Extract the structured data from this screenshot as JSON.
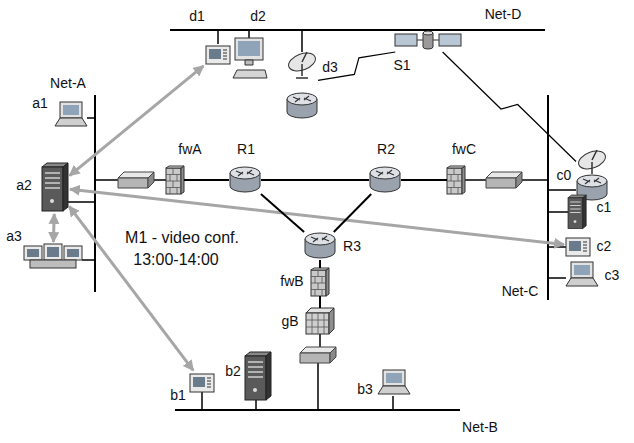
{
  "diagram": {
    "nodes": [
      {
        "text": [
          "d1"
        ]
      },
      {
        "text": [
          "d2"
        ]
      },
      {
        "text": [
          "d3"
        ]
      },
      {
        "text": [
          "S1"
        ]
      },
      {
        "text": [
          "a1"
        ]
      },
      {
        "text": [
          "a2"
        ]
      },
      {
        "text": [
          "fwA"
        ]
      },
      {
        "text": [
          "R1"
        ]
      },
      {
        "text": [
          "R2"
        ]
      },
      {
        "text": [
          "fwC"
        ]
      },
      {
        "text": [
          "c0"
        ]
      },
      {
        "text": [
          "c1"
        ]
      },
      {
        "text": [
          "c2"
        ]
      },
      {
        "text": [
          "a3"
        ]
      },
      {
        "text": [
          "c3"
        ]
      },
      {
        "text": [
          "R3"
        ]
      },
      {
        "text": [
          "fwB"
        ]
      },
      {
        "text": [
          "gB"
        ]
      },
      {
        "text": [
          "b1"
        ]
      },
      {
        "text": [
          "b2"
        ]
      },
      {
        "text": [
          "b3"
        ]
      }
    ],
    "edges": [
      {
        "from": 5,
        "to": 0,
        "arrow": "both"
      },
      {
        "from": 5,
        "to": 12,
        "arrow": "both"
      },
      {
        "from": 5,
        "to": 13,
        "arrow": "both"
      },
      {
        "from": 5,
        "to": 18,
        "arrow": "both"
      },
      {
        "from": 6,
        "to": 7,
        "arrow": "none"
      },
      {
        "from": 7,
        "to": 8,
        "arrow": "none"
      },
      {
        "from": 8,
        "to": 9,
        "arrow": "none"
      },
      {
        "from": 7,
        "to": 15,
        "arrow": "none"
      },
      {
        "from": 8,
        "to": 15,
        "arrow": "none"
      },
      {
        "from": 15,
        "to": 16,
        "arrow": "none"
      },
      {
        "from": 16,
        "to": 17,
        "arrow": "none"
      },
      {
        "from": 2,
        "to": 3,
        "arrow": "none"
      },
      {
        "from": 3,
        "to": 10,
        "arrow": "none"
      }
    ],
    "labels": [
      "Net-D",
      "Net-A",
      "M1 - video conf.",
      "13:00-14:00",
      "Net-C",
      "Net-B"
    ]
  }
}
